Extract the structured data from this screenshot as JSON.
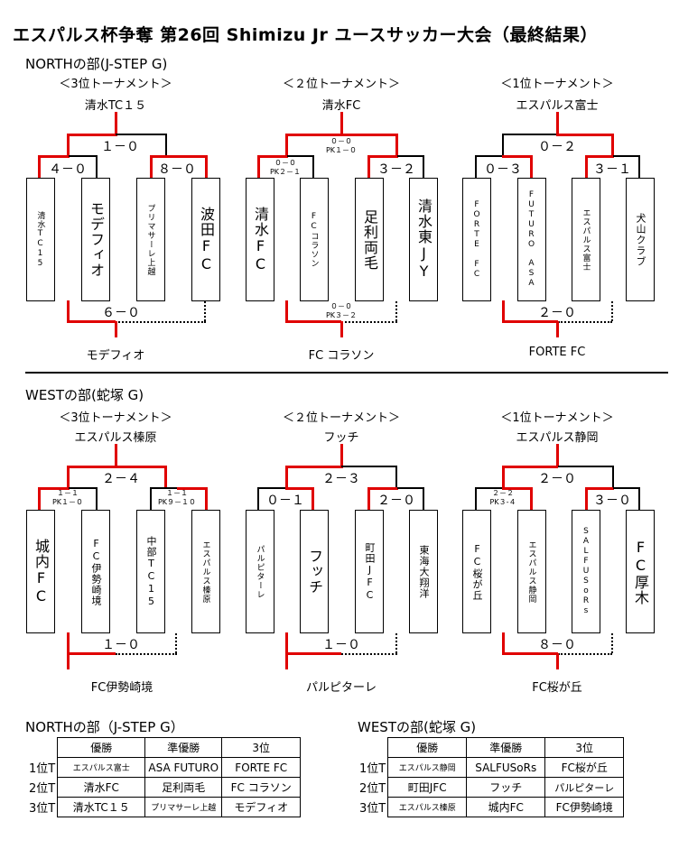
{
  "title": "エスパルス杯争奪 第26回 Shimizu Jr ユースサッカー大会（最終結果）",
  "north": {
    "header": "NORTHの部(J-STEP G)",
    "t3": {
      "label": "＜3位トーナメント＞",
      "winner": "清水TC１５",
      "top": "１－０",
      "left": "４－０",
      "right": "８－０",
      "bottom": "６－０",
      "bottom_winner": "モデフィオ",
      "teams": [
        "清水TC15",
        "モデフィオ",
        "プリマサーレ上越",
        "波田FC"
      ]
    },
    "t2": {
      "label": "＜２位トーナメント＞",
      "winner": "清水FC",
      "top": "０－０",
      "top_pk": "PK１－０",
      "left": "０－０",
      "left_pk": "PK２－１",
      "right": "３－２",
      "bottom": "０－０",
      "bottom_pk": "PK３－２",
      "bottom_winner": "FC コラソン",
      "teams": [
        "清水FC",
        "FCコラソン",
        "足利両毛",
        "清水東JY"
      ]
    },
    "t1": {
      "label": "＜1位トーナメント＞",
      "winner": "エスパルス富士",
      "top": "０－２",
      "left": "０－３",
      "right": "３－１",
      "bottom": "２－０",
      "bottom_winner": "FORTE FC",
      "teams": [
        "FORTE FC",
        "FUTURO",
        "ASA",
        "エスパルス富士",
        "犬山クラブ"
      ]
    }
  },
  "west": {
    "header": "WESTの部(蛇塚 G)",
    "t3": {
      "label": "＜3位トーナメント＞",
      "winner": "エスパルス榛原",
      "top": "２－４",
      "left": "１－１",
      "left_pk": "PK１－０",
      "right": "１－１",
      "right_pk": "PK９－１０",
      "bottom": "１－０",
      "bottom_winner": "FC伊勢崎境",
      "teams": [
        "城内FC",
        "FC伊勢崎境",
        "中部TC15",
        "エスパルス榛原"
      ]
    },
    "t2": {
      "label": "＜２位トーナメント＞",
      "winner": "フッチ",
      "top": "２－３",
      "left": "０－１",
      "right": "２－０",
      "bottom": "１－０",
      "bottom_winner": "パルピターレ",
      "teams": [
        "パルピターレ",
        "フッチ",
        "町田JFC",
        "東海大翔洋"
      ]
    },
    "t1": {
      "label": "＜1位トーナメント＞",
      "winner": "エスパルス静岡",
      "top": "２－０",
      "left": "２－２",
      "left_pk": "PK３-４",
      "right": "３－０",
      "bottom": "８－０",
      "bottom_winner": "FC桜が丘",
      "teams": [
        "FC桜が丘",
        "エスパルス静岡",
        "SALFUSoRs",
        "FC厚木"
      ]
    }
  },
  "summary": {
    "north_header": "NORTHの部（J-STEP G）",
    "west_header": "WESTの部(蛇塚 G)",
    "cols": [
      "優勝",
      "準優勝",
      "3位"
    ],
    "rows": [
      "1位T",
      "2位T",
      "3位T"
    ],
    "north": [
      [
        "エスパルス富士",
        "ASA FUTURO",
        "FORTE FC"
      ],
      [
        "清水FC",
        "足利両毛",
        "FC コラソン"
      ],
      [
        "清水TC１５",
        "プリマサーレ上越",
        "モデフィオ"
      ]
    ],
    "west": [
      [
        "エスパルス静岡",
        "SALFUSoRs",
        "FC桜が丘"
      ],
      [
        "町田JFC",
        "フッチ",
        "パルピターレ"
      ],
      [
        "エスパルス榛原",
        "城内FC",
        "FC伊勢崎境"
      ]
    ]
  }
}
